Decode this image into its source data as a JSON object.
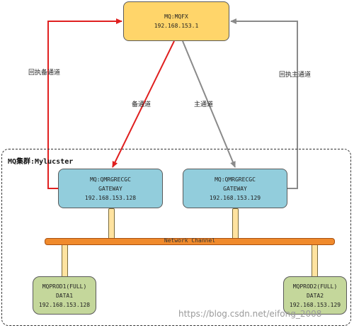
{
  "mqfx": {
    "line1": "MQ:MQFX",
    "line2": "192.168.153.1"
  },
  "cluster": {
    "label": "MQ集群:Mylucster"
  },
  "gateway1": {
    "line1": "MQ:QMRGRECGC",
    "line2": "GATEWAY",
    "line3": "192.168.153.128"
  },
  "gateway2": {
    "line1": "MQ:QMRGRECGC",
    "line2": "GATEWAY",
    "line3": "192.168.153.129"
  },
  "network": {
    "label": "Network Channel"
  },
  "prod1": {
    "line1": "MQPROD1(FULL)",
    "line2": "DATA1",
    "line3": "192.168.153.128"
  },
  "prod2": {
    "line1": "MQPROD2(FULL)",
    "line2": "DATA2",
    "line3": "192.168.153.129"
  },
  "edges": {
    "return_backup": "回执备通道",
    "backup": "备通道",
    "main": "主通道",
    "return_main": "回执主通道"
  },
  "colors": {
    "backup": "#e02020",
    "main": "#8a8a8a"
  },
  "watermark": "https://blog.csdn.net/eifong_2008"
}
